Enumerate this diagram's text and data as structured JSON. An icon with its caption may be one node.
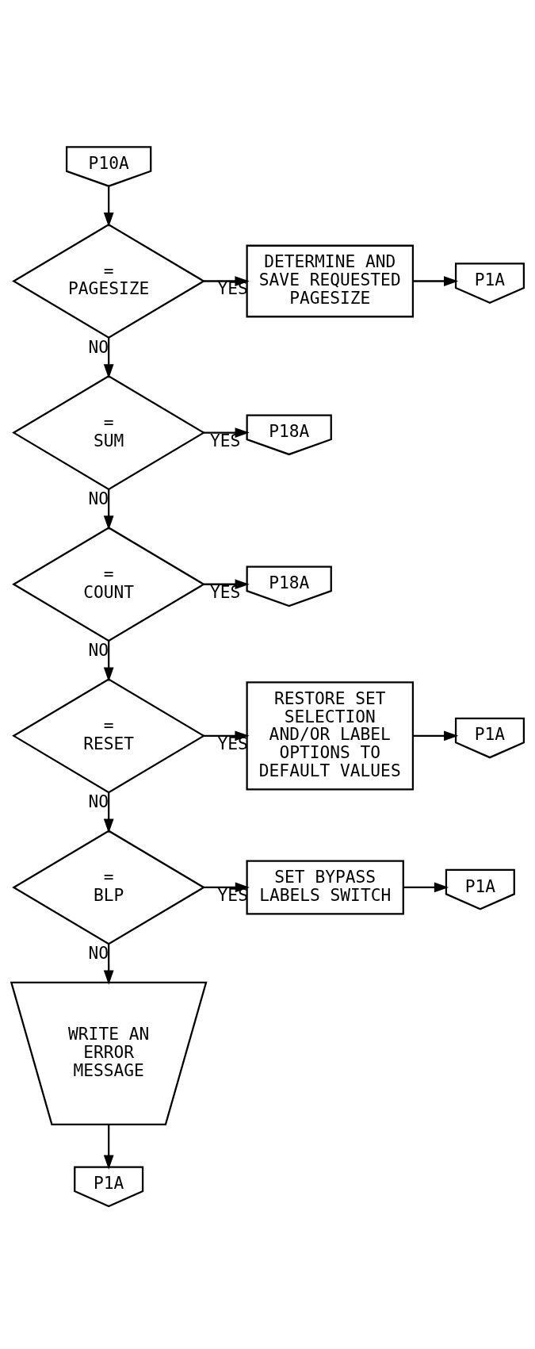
{
  "diagram": {
    "nodes": [
      {
        "text": [
          "P10A"
        ]
      },
      {
        "text": [
          "= PAGESIZE"
        ]
      },
      {
        "text": [
          "DETERMINE AND SAVE REQUESTED PAGESIZE"
        ]
      },
      {
        "text": [
          "P1A"
        ]
      },
      {
        "text": [
          "= SUM"
        ]
      },
      {
        "text": [
          "P18A"
        ]
      },
      {
        "text": [
          "= COUNT"
        ]
      },
      {
        "text": [
          "P18A"
        ]
      },
      {
        "text": [
          "= RESET"
        ]
      },
      {
        "text": [
          "RESTORE SET SELECTION AND/OR LABEL OPTIONS TO DEFAULT VALUES"
        ]
      },
      {
        "text": [
          "P1A"
        ]
      },
      {
        "text": [
          "= BLP"
        ]
      },
      {
        "text": [
          "SET BYPASS LABELS SWITCH"
        ]
      },
      {
        "text": [
          "P1A"
        ]
      },
      {
        "text": [
          "WRITE AN ERROR MESSAGE"
        ]
      },
      {
        "text": [
          "P1A"
        ]
      }
    ],
    "edges": [
      {
        "from": 0,
        "to": 1,
        "arrow": "to"
      },
      {
        "from": 1,
        "to": 2,
        "arrow": "to",
        "label": "YES"
      },
      {
        "from": 2,
        "to": 3,
        "arrow": "to"
      },
      {
        "from": 1,
        "to": 4,
        "arrow": "to",
        "label": "NO"
      },
      {
        "from": 4,
        "to": 5,
        "arrow": "to",
        "label": "YES"
      },
      {
        "from": 4,
        "to": 6,
        "arrow": "to",
        "label": "NO"
      },
      {
        "from": 6,
        "to": 7,
        "arrow": "to",
        "label": "YES"
      },
      {
        "from": 6,
        "to": 8,
        "arrow": "to",
        "label": "NO"
      },
      {
        "from": 8,
        "to": 9,
        "arrow": "to",
        "label": "YES"
      },
      {
        "from": 9,
        "to": 10,
        "arrow": "to"
      },
      {
        "from": 8,
        "to": 11,
        "arrow": "to",
        "label": "NO"
      },
      {
        "from": 11,
        "to": 12,
        "arrow": "to",
        "label": "YES"
      },
      {
        "from": 12,
        "to": 13,
        "arrow": "to"
      },
      {
        "from": 11,
        "to": 14,
        "arrow": "to",
        "label": "NO"
      },
      {
        "from": 14,
        "to": 15,
        "arrow": "to"
      }
    ]
  }
}
